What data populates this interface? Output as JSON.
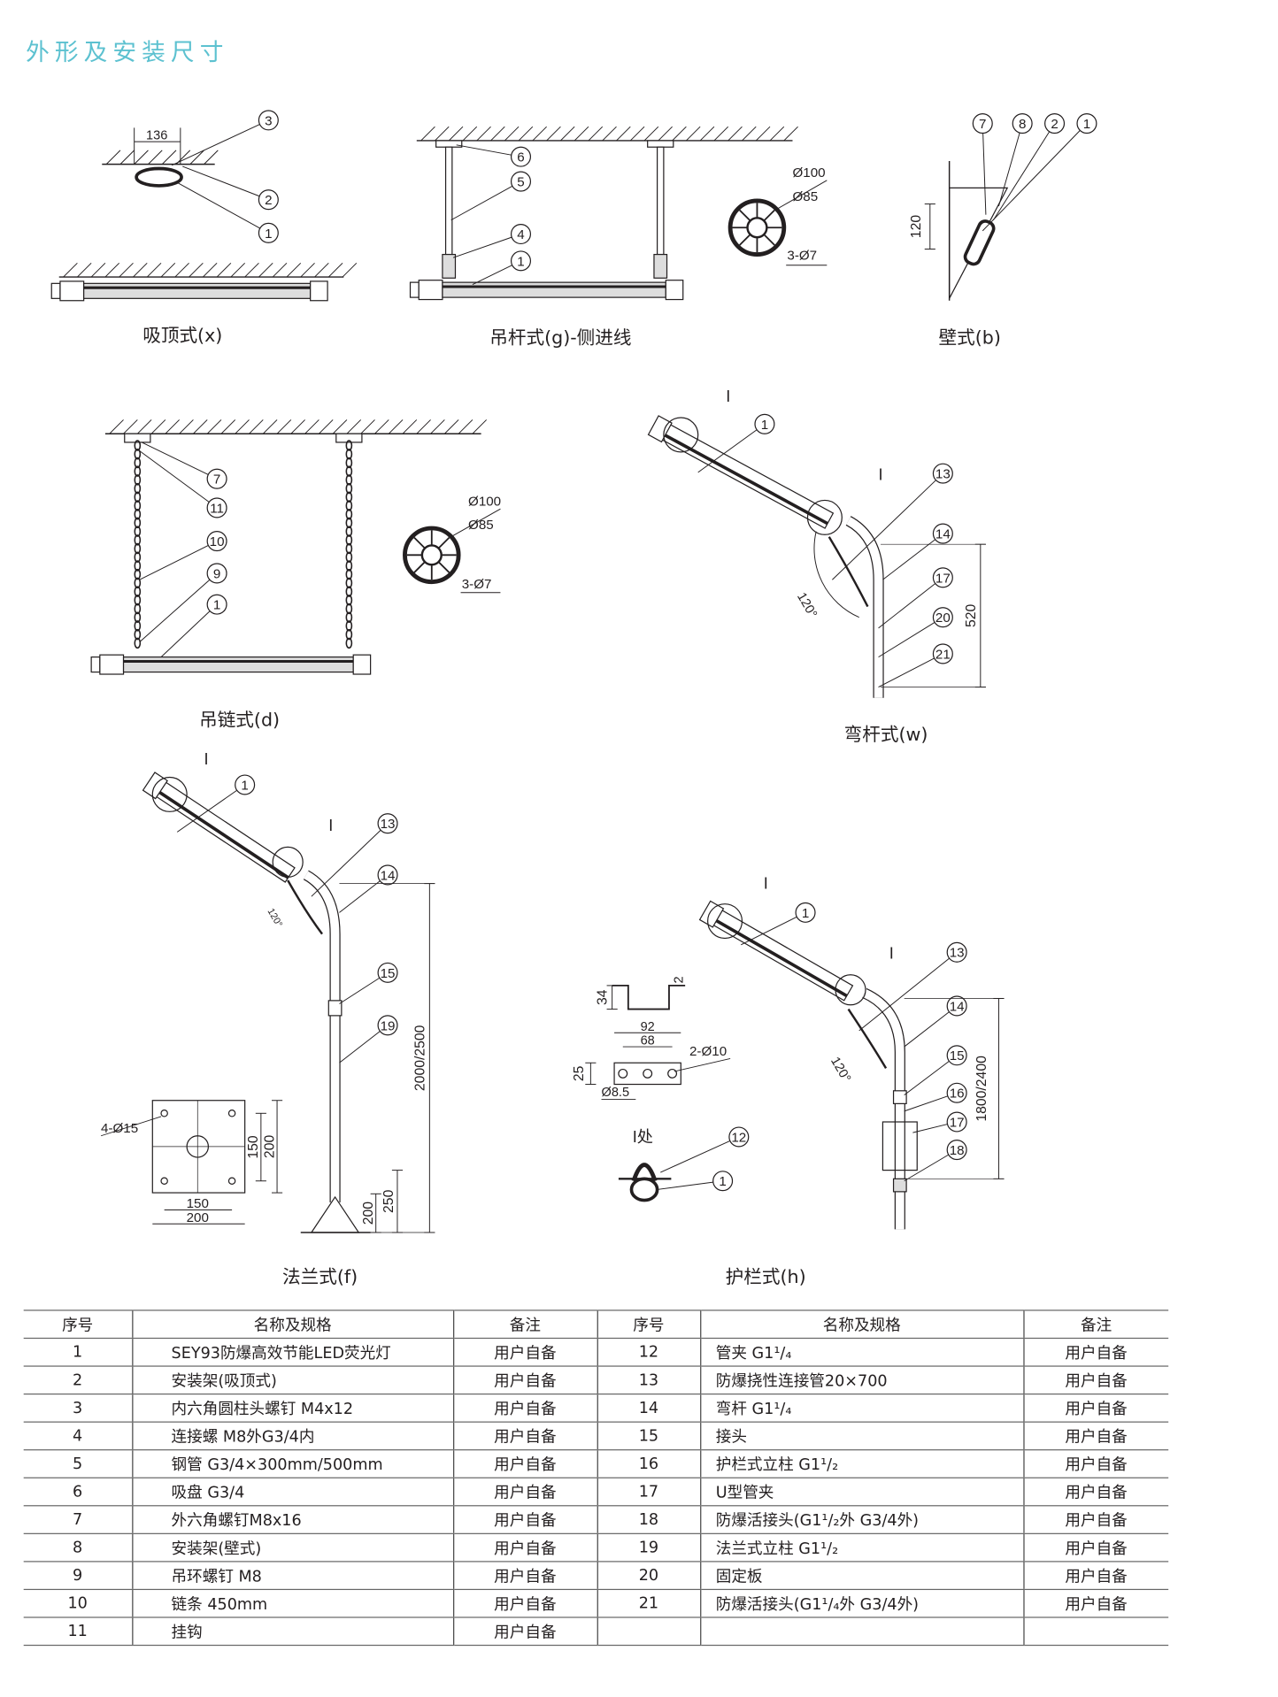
{
  "title": "外形及安装尺寸",
  "figures": [
    {
      "caption": "吸顶式(x)",
      "callouts": [
        "3",
        "2",
        "1"
      ],
      "dims": [
        "136"
      ]
    },
    {
      "caption": "吊杆式(g)-侧进线",
      "callouts": [
        "6",
        "5",
        "4",
        "1"
      ],
      "dims": [
        "Ø100",
        "Ø85",
        "3-Ø7"
      ]
    },
    {
      "caption": "壁式(b)",
      "callouts": [
        "7",
        "8",
        "2",
        "1"
      ],
      "dims": [
        "120"
      ]
    },
    {
      "caption": "吊链式(d)",
      "callouts": [
        "7",
        "11",
        "10",
        "9",
        "1"
      ],
      "dims": [
        "Ø100",
        "Ø85",
        "3-Ø7"
      ]
    },
    {
      "caption": "弯杆式(w)",
      "callouts": [
        "1",
        "13",
        "14",
        "17",
        "20",
        "21"
      ],
      "marks": [
        "I",
        "I"
      ],
      "dims": [
        "520",
        "120°"
      ]
    },
    {
      "caption": "法兰式(f)",
      "callouts": [
        "1",
        "13",
        "14",
        "15",
        "19"
      ],
      "marks": [
        "I",
        "I"
      ],
      "dims": [
        "2000/2500",
        "200",
        "250",
        "120°",
        "4-Ø15",
        "150",
        "200",
        "150",
        "200"
      ]
    },
    {
      "caption": "护栏式(h)",
      "callouts": [
        "1",
        "13",
        "14",
        "15",
        "16",
        "17",
        "18",
        "12",
        "1"
      ],
      "marks": [
        "I",
        "I"
      ],
      "dims": [
        "1800/2400",
        "120°",
        "34",
        "2",
        "92",
        "68",
        "2-Ø10",
        "25",
        "Ø8.5"
      ],
      "detail_label": "I处"
    }
  ],
  "table": {
    "headers": [
      "序号",
      "名称及规格",
      "备注",
      "序号",
      "名称及规格",
      "备注"
    ],
    "left": [
      {
        "no": "1",
        "name": "SEY93防爆高效节能LED荧光灯",
        "note": "用户自备"
      },
      {
        "no": "2",
        "name": "安装架(吸顶式)",
        "note": "用户自备"
      },
      {
        "no": "3",
        "name": "内六角圆柱头螺钉 M4x12",
        "note": "用户自备"
      },
      {
        "no": "4",
        "name": "连接螺 M8外G3/4内",
        "note": "用户自备"
      },
      {
        "no": "5",
        "name": "钢管 G3/4×300mm/500mm",
        "note": "用户自备"
      },
      {
        "no": "6",
        "name": "吸盘 G3/4",
        "note": "用户自备"
      },
      {
        "no": "7",
        "name": "外六角螺钉M8x16",
        "note": "用户自备"
      },
      {
        "no": "8",
        "name": "安装架(壁式)",
        "note": "用户自备"
      },
      {
        "no": "9",
        "name": "吊环螺钉 M8",
        "note": "用户自备"
      },
      {
        "no": "10",
        "name": "链条 450mm",
        "note": "用户自备"
      },
      {
        "no": "11",
        "name": "挂钩",
        "note": "用户自备"
      }
    ],
    "right": [
      {
        "no": "12",
        "name": "管夹 G1¹/₄",
        "note": "用户自备"
      },
      {
        "no": "13",
        "name": "防爆挠性连接管20×700",
        "note": "用户自备"
      },
      {
        "no": "14",
        "name": "弯杆 G1¹/₄",
        "note": "用户自备"
      },
      {
        "no": "15",
        "name": "接头",
        "note": "用户自备"
      },
      {
        "no": "16",
        "name": "护栏式立柱 G1¹/₂",
        "note": "用户自备"
      },
      {
        "no": "17",
        "name": "U型管夹",
        "note": "用户自备"
      },
      {
        "no": "18",
        "name": "防爆活接头(G1¹/₂外 G3/4外)",
        "note": "用户自备"
      },
      {
        "no": "19",
        "name": "法兰式立柱 G1¹/₂",
        "note": "用户自备"
      },
      {
        "no": "20",
        "name": "固定板",
        "note": "用户自备"
      },
      {
        "no": "21",
        "name": "防爆活接头(G1¹/₄外 G3/4外)",
        "note": "用户自备"
      }
    ]
  },
  "colors": {
    "title": "#5cc1d0",
    "line": "#231f20"
  }
}
